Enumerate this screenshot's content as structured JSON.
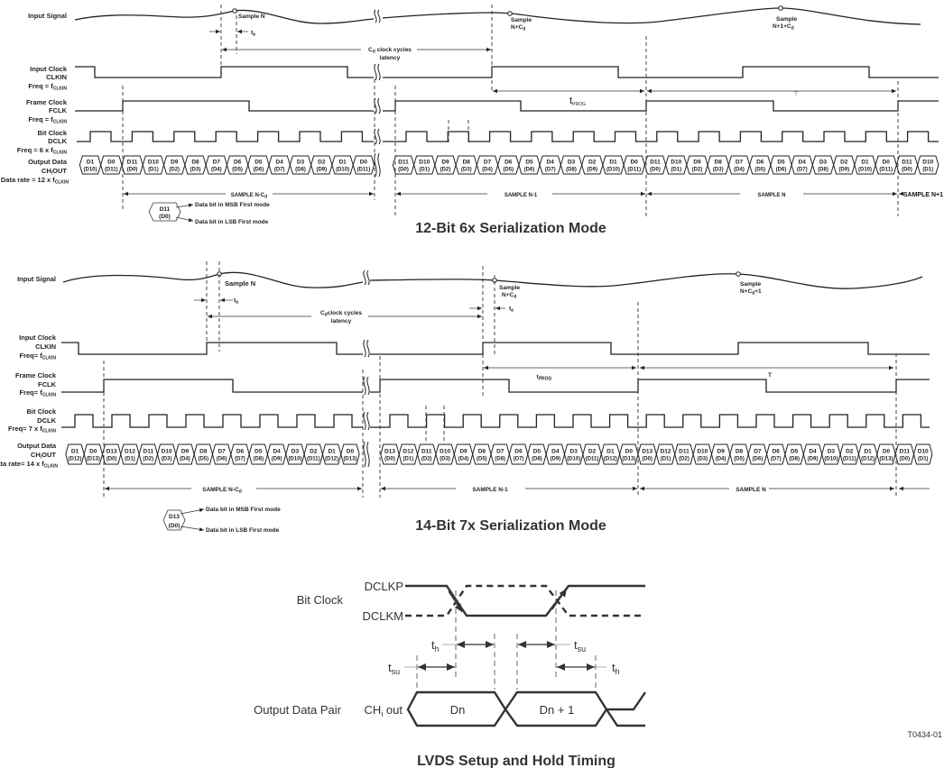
{
  "mode12": {
    "title": "12-Bit 6x Serialization Mode",
    "input_signal": "Input Signal",
    "sample_n": "Sample N",
    "sample_b": {
      "l1": "Sample",
      "l2": "N+C",
      "sub": "d",
      "post": ""
    },
    "sample_c": {
      "l1": "Sample",
      "l2": "N+1+C",
      "sub": "d",
      "post": ""
    },
    "ta": {
      "t": "t",
      "sub": "a"
    },
    "latency": {
      "pre": "C",
      "sub": "d",
      "post": " clock cycles",
      "l2": "latency"
    },
    "input_clock": {
      "l1": "Input Clock",
      "l2": "CLKIN",
      "l3": "Freq = f",
      "sub": "CLKIN"
    },
    "frame_clock": {
      "l1": "Frame Clock",
      "l2": "FCLK",
      "l3": "Freq =  f",
      "sub": "CLKIN"
    },
    "bit_clock": {
      "l1": "Bit Clock",
      "l2": "DCLK",
      "l3": "Freq = 6 x f",
      "sub": "CLKIN"
    },
    "output": {
      "l1": "Output Data",
      "l2a": "CH",
      "l2sub": "i",
      "l2b": "OUT",
      "l3": "Data rate = 12 x f",
      "sub": "CLKIN"
    },
    "tprog": {
      "t": "t",
      "sub": "PROG"
    },
    "period": "T",
    "samples": [
      {
        "pre": "SAMPLE N-C",
        "sub": "d"
      },
      {
        "pre": "SAMPLE N-1",
        "sub": ""
      },
      {
        "pre": "SAMPLE N",
        "sub": ""
      },
      {
        "pre": "SAMPLE N+1",
        "sub": ""
      }
    ],
    "legend": {
      "top": "D11",
      "bottom": "(D0)",
      "msb": "Data bit in MSB First mode",
      "lsb": "Data bit in LSB First mode"
    },
    "cells_a": [
      [
        "D1",
        "(D10)"
      ],
      [
        "D0",
        "(D11)"
      ],
      [
        "D11",
        "(D0)"
      ],
      [
        "D10",
        "(D1)"
      ],
      [
        "D9",
        "(D2)"
      ],
      [
        "D8",
        "(D3)"
      ],
      [
        "D7",
        "(D4)"
      ],
      [
        "D6",
        "(D5)"
      ],
      [
        "D5",
        "(D6)"
      ],
      [
        "D4",
        "(D7)"
      ],
      [
        "D3",
        "(D8)"
      ],
      [
        "D2",
        "(D9)"
      ],
      [
        "D1",
        "(D10)"
      ],
      [
        "D0",
        "(D11)"
      ]
    ],
    "cells_b": [
      [
        "D11",
        "(D0)"
      ],
      [
        "D10",
        "(D1)"
      ],
      [
        "D9",
        "(D2)"
      ],
      [
        "D8",
        "(D3)"
      ],
      [
        "D7",
        "(D4)"
      ],
      [
        "D6",
        "(D5)"
      ],
      [
        "D5",
        "(D6)"
      ],
      [
        "D4",
        "(D7)"
      ],
      [
        "D3",
        "(D8)"
      ],
      [
        "D2",
        "(D9)"
      ],
      [
        "D1",
        "(D10)"
      ],
      [
        "D0",
        "(D11)"
      ],
      [
        "D11",
        "(D0)"
      ],
      [
        "D10",
        "(D1)"
      ],
      [
        "D9",
        "(D2)"
      ],
      [
        "D8",
        "(D3)"
      ],
      [
        "D7",
        "(D4)"
      ],
      [
        "D6",
        "(D5)"
      ],
      [
        "D5",
        "(D6)"
      ],
      [
        "D4",
        "(D7)"
      ],
      [
        "D3",
        "(D8)"
      ],
      [
        "D2",
        "(D9)"
      ],
      [
        "D1",
        "(D10)"
      ],
      [
        "D0",
        "(D11)"
      ],
      [
        "D11",
        "(D0)"
      ],
      [
        "D10",
        "(D1)"
      ]
    ]
  },
  "mode14": {
    "title": "14-Bit 7x Serialization Mode",
    "input_signal": "Input Signal",
    "sample_n": "Sample N",
    "sample_b": {
      "l1": "Sample",
      "l2": "N+C",
      "sub": "d",
      "post": ""
    },
    "sample_c": {
      "l1": "Sample",
      "l2": "N+C",
      "sub": "d",
      "post": "+1"
    },
    "ta": {
      "t": "t",
      "sub": "a"
    },
    "latency": {
      "pre": "C",
      "sub": "d",
      "post": "clock cycles",
      "l2": "latency"
    },
    "input_clock": {
      "l1": "Input Clock",
      "l2": "CLKIN",
      "l3": "Freq= f",
      "sub": "CLKIN"
    },
    "frame_clock": {
      "l1": "Frame Clock",
      "l2": "FCLK",
      "l3": "Freq=  f",
      "sub": "CLKIN"
    },
    "bit_clock": {
      "l1": "Bit Clock",
      "l2": "DCLK",
      "l3": "Freq= 7 x f",
      "sub": "CLKIN"
    },
    "output": {
      "l1": "Output Data",
      "l2a": "CH",
      "l2sub": "i",
      "l2b": "OUT",
      "l3": "Data rate= 14 x f",
      "sub": "CLKIN"
    },
    "tprog": {
      "t": "t",
      "sub": "PROG"
    },
    "period": "T",
    "samples": [
      {
        "pre": "SAMPLE N-C",
        "sub": "d"
      },
      {
        "pre": "SAMPLE N-1",
        "sub": ""
      },
      {
        "pre": "SAMPLE N",
        "sub": ""
      }
    ],
    "legend": {
      "top": "D13",
      "bottom": "(D0)",
      "msb": "Data bit in MSB First mode",
      "lsb": "Data bit in LSB First mode"
    },
    "cells_a": [
      [
        "D1",
        "(D12)"
      ],
      [
        "D0",
        "(D13)"
      ],
      [
        "D13",
        "(D0)"
      ],
      [
        "D12",
        "(D1)"
      ],
      [
        "D11",
        "(D2)"
      ],
      [
        "D10",
        "(D3)"
      ],
      [
        "D9",
        "(D4)"
      ],
      [
        "D8",
        "(D5)"
      ],
      [
        "D7",
        "(D6)"
      ],
      [
        "D6",
        "(D7)"
      ],
      [
        "D5",
        "(D8)"
      ],
      [
        "D4",
        "(D9)"
      ],
      [
        "D3",
        "(D10)"
      ],
      [
        "D2",
        "(D11)"
      ],
      [
        "D1",
        "(D12)"
      ],
      [
        "D0",
        "(D13)"
      ]
    ],
    "cells_b": [
      [
        "D13",
        "(D0)"
      ],
      [
        "D12",
        "(D1)"
      ],
      [
        "D11",
        "(D2)"
      ],
      [
        "D10",
        "(D3)"
      ],
      [
        "D9",
        "(D4)"
      ],
      [
        "D8",
        "(D5)"
      ],
      [
        "D7",
        "(D6)"
      ],
      [
        "D6",
        "(D7)"
      ],
      [
        "D5",
        "(D8)"
      ],
      [
        "D4",
        "(D9)"
      ],
      [
        "D3",
        "(D10)"
      ],
      [
        "D2",
        "(D11)"
      ],
      [
        "D1",
        "(D12)"
      ],
      [
        "D0",
        "(D13)"
      ],
      [
        "D13",
        "(D0)"
      ],
      [
        "D12",
        "(D1)"
      ],
      [
        "D11",
        "(D2)"
      ],
      [
        "D10",
        "(D3)"
      ],
      [
        "D9",
        "(D4)"
      ],
      [
        "D8",
        "(D5)"
      ],
      [
        "D7",
        "(D6)"
      ],
      [
        "D6",
        "(D7)"
      ],
      [
        "D5",
        "(D8)"
      ],
      [
        "D4",
        "(D9)"
      ],
      [
        "D3",
        "(D10)"
      ],
      [
        "D2",
        "(D11)"
      ],
      [
        "D1",
        "(D12)"
      ],
      [
        "D0",
        "(D13)"
      ],
      [
        "D11",
        "(D0)"
      ],
      [
        "D10",
        "(D1)"
      ]
    ]
  },
  "lvds": {
    "title": "LVDS Setup and Hold Timing",
    "bit_clock": "Bit Clock",
    "dclkp": "DCLKP",
    "dclkm": "DCLKM",
    "th": {
      "t": "t",
      "sub": "h"
    },
    "tsu": {
      "t": "t",
      "sub": "su"
    },
    "output_pair": "Output Data Pair",
    "ch_out": {
      "pre": "CH",
      "sub": "i",
      "post": " out"
    },
    "dn": "Dn",
    "dn1": "Dn + 1",
    "figure_id": "T0434-01"
  }
}
